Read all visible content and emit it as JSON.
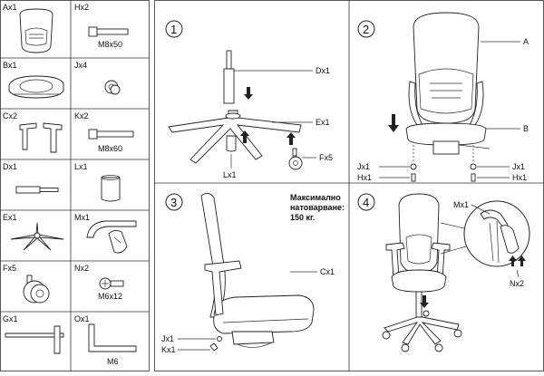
{
  "parts": [
    {
      "code": "Ax1",
      "icon": "backrest-icon"
    },
    {
      "code": "Hx2",
      "icon": "bolt-icon",
      "spec": "M8x50"
    },
    {
      "code": "Bx1",
      "icon": "seat-mechanism-icon"
    },
    {
      "code": "Jx4",
      "icon": "washer-icon"
    },
    {
      "code": "Cx2",
      "icon": "armrest-icon"
    },
    {
      "code": "Kx2",
      "icon": "bolt-icon",
      "spec": "M8x60"
    },
    {
      "code": "Dx1",
      "icon": "gas-lift-icon"
    },
    {
      "code": "Lx1",
      "icon": "cylinder-cover-icon"
    },
    {
      "code": "Ex1",
      "icon": "star-base-icon"
    },
    {
      "code": "Mx1",
      "icon": "lumbar-support-icon"
    },
    {
      "code": "Fx5",
      "icon": "caster-wheel-icon"
    },
    {
      "code": "Nx2",
      "icon": "screw-icon",
      "spec": "M6x12"
    },
    {
      "code": "Gx1",
      "icon": "t-wrench-icon"
    },
    {
      "code": "Ox1",
      "icon": "allen-key-icon",
      "spec": "M6"
    }
  ],
  "steps": [
    {
      "number": "1",
      "labels": [
        "Dx1",
        "Ex1",
        "Fx5",
        "Lx1"
      ]
    },
    {
      "number": "2",
      "labels": [
        "A",
        "B",
        "Jx1",
        "Jx1",
        "Hx1",
        "Hx1"
      ]
    },
    {
      "number": "3",
      "labels": [
        "Cx1",
        "Jx1",
        "Kx1"
      ],
      "note": [
        "Максимално",
        "натоварване:",
        "150 кг."
      ]
    },
    {
      "number": "4",
      "labels": [
        "Mx1",
        "Nx2"
      ]
    }
  ]
}
